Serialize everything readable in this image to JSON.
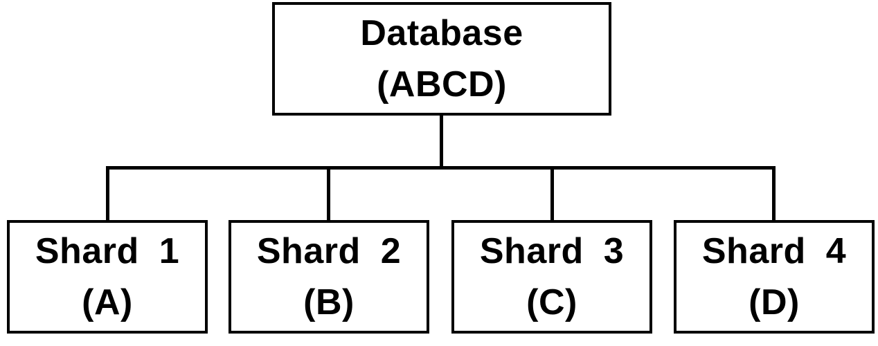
{
  "diagram": {
    "root": {
      "name": "Database",
      "label": "(ABCD)"
    },
    "shards": [
      {
        "name": "Shard 1",
        "label": "(A)"
      },
      {
        "name": "Shard 2",
        "label": "(B)"
      },
      {
        "name": "Shard 3",
        "label": "(C)"
      },
      {
        "name": "Shard 4",
        "label": "(D)"
      }
    ],
    "colors": {
      "line": "#000000",
      "text": "#000000",
      "box_fill": "#ffffff",
      "background": "#ffffff"
    }
  }
}
